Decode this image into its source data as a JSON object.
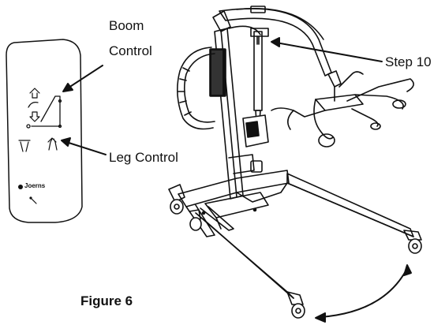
{
  "labels": {
    "boom_line1": "Boom",
    "boom_line2": "Control",
    "step": "Step 10",
    "leg": "Leg Control",
    "figure": "Figure 6"
  },
  "remote": {
    "brand": "Joerns"
  },
  "colors": {
    "line": "#111111",
    "background": "#ffffff"
  }
}
